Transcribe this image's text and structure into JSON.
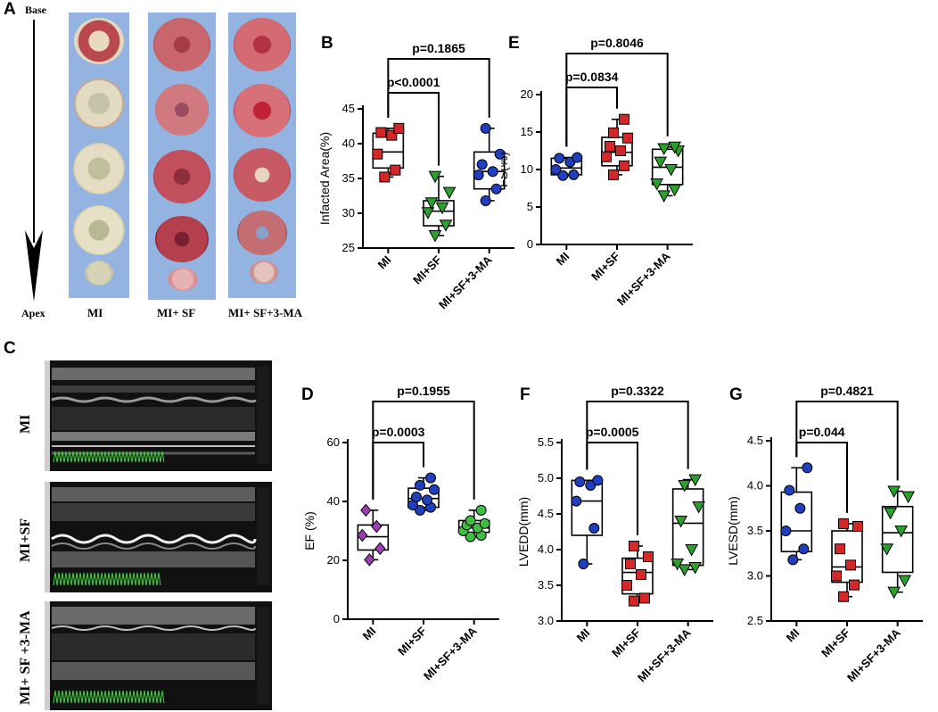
{
  "panel_a": {
    "letter": "A",
    "base_label": "Base",
    "apex_label": "Apex",
    "groups": [
      "MI",
      "MI+ SF",
      "MI+ SF+3-MA"
    ]
  },
  "panel_c": {
    "letter": "C",
    "rows": [
      "MI",
      "MI+SF",
      "MI+ SF +3-MA"
    ]
  },
  "chart_data": [
    {
      "id": "B",
      "type": "box",
      "ylabel": "Infacted Area(%)",
      "ylim": [
        25,
        45
      ],
      "yticks": [
        25,
        30,
        35,
        40,
        45
      ],
      "categories": [
        "MI",
        "MI+SF",
        "MI+SF+3-MA"
      ],
      "boxes": [
        {
          "min": 35.2,
          "q1": 36.5,
          "median": 38.8,
          "q3": 41.5,
          "max": 42.2,
          "points": [
            35.2,
            36.2,
            38.5,
            41.2,
            41.6,
            42.2
          ],
          "marker": "square",
          "color": "#d62728"
        },
        {
          "min": 26.8,
          "q1": 28.2,
          "median": 30.3,
          "q3": 31.8,
          "max": 35.3,
          "points": [
            26.8,
            28.3,
            30.1,
            30.8,
            31.5,
            33.0,
            35.3
          ],
          "marker": "triangle-down",
          "color": "#2ca02c"
        },
        {
          "min": 31.8,
          "q1": 33.5,
          "median": 36.0,
          "q3": 38.8,
          "max": 42.2,
          "points": [
            31.8,
            33.5,
            35.5,
            36.0,
            37.0,
            38.5,
            42.2
          ],
          "marker": "circle",
          "color": "#1f3fbf"
        }
      ],
      "brackets": [
        {
          "label": "p=0.1865",
          "from": 0,
          "to": 2,
          "level": 2
        },
        {
          "label": "p<0.0001",
          "from": 0,
          "to": 1,
          "level": 1
        }
      ]
    },
    {
      "id": "E",
      "type": "box",
      "ylabel": "FS(%)",
      "ylim": [
        0,
        20
      ],
      "yticks": [
        0,
        5,
        10,
        15,
        20
      ],
      "categories": [
        "MI",
        "MI+SF",
        "MI+SF+3-MA"
      ],
      "boxes": [
        {
          "min": 9.2,
          "q1": 9.3,
          "median": 10.2,
          "q3": 11.5,
          "max": 11.6,
          "points": [
            9.2,
            9.3,
            10.0,
            11.0,
            11.5,
            11.6
          ],
          "marker": "circle",
          "color": "#1f3fbf"
        },
        {
          "min": 9.3,
          "q1": 10.5,
          "median": 12.3,
          "q3": 14.3,
          "max": 16.7,
          "points": [
            9.3,
            10.5,
            11.7,
            12.5,
            13.1,
            14.2,
            14.9,
            16.7
          ],
          "marker": "square",
          "color": "#d62728"
        },
        {
          "min": 6.5,
          "q1": 8.0,
          "median": 10.3,
          "q3": 12.7,
          "max": 13.0,
          "points": [
            6.5,
            7.3,
            8.1,
            10.0,
            11.0,
            12.5,
            12.8,
            13.0
          ],
          "marker": "triangle-down",
          "color": "#2ca02c"
        }
      ],
      "brackets": [
        {
          "label": "p=0.8046",
          "from": 0,
          "to": 2,
          "level": 2
        },
        {
          "label": "p=0.0834",
          "from": 0,
          "to": 1,
          "level": 1
        }
      ]
    },
    {
      "id": "D",
      "type": "box",
      "ylabel": "EF (%)",
      "ylim": [
        0,
        60
      ],
      "yticks": [
        0,
        20,
        40,
        60
      ],
      "categories": [
        "MI",
        "MI+SF",
        "MI+SF+3-MA"
      ],
      "boxes": [
        {
          "min": 20.2,
          "q1": 23.5,
          "median": 28.0,
          "q3": 32.0,
          "max": 37.0,
          "points": [
            20.2,
            24.0,
            28.5,
            31.5,
            37.0
          ],
          "marker": "diamond",
          "color": "#9b3fb5"
        },
        {
          "min": 37.0,
          "q1": 38.0,
          "median": 41.0,
          "q3": 44.5,
          "max": 48.0,
          "points": [
            37.0,
            38.0,
            38.8,
            40.5,
            41.5,
            44.0,
            45.5,
            48.0
          ],
          "marker": "circle",
          "color": "#1f3fbf"
        },
        {
          "min": 28.0,
          "q1": 29.5,
          "median": 31.0,
          "q3": 33.5,
          "max": 37.0,
          "points": [
            28.0,
            28.5,
            30.0,
            31.0,
            32.0,
            32.5,
            33.5,
            37.0
          ],
          "marker": "circle",
          "color": "#3fbf3f"
        }
      ],
      "brackets": [
        {
          "label": "p=0.1955",
          "from": 0,
          "to": 2,
          "level": 2
        },
        {
          "label": "p=0.0003",
          "from": 0,
          "to": 1,
          "level": 1
        }
      ]
    },
    {
      "id": "F",
      "type": "box",
      "ylabel": "LVEDD(mm)",
      "ylim": [
        3.0,
        5.5
      ],
      "yticks": [
        3.0,
        3.5,
        4.0,
        4.5,
        5.0,
        5.5
      ],
      "tick_format": 1,
      "categories": [
        "MI",
        "MI+SF",
        "MI+SF+3-MA"
      ],
      "boxes": [
        {
          "min": 3.8,
          "q1": 4.2,
          "median": 4.68,
          "q3": 4.97,
          "max": 4.97,
          "points": [
            3.8,
            4.3,
            4.68,
            4.9,
            4.95,
            4.97
          ],
          "marker": "circle",
          "color": "#1f3fbf"
        },
        {
          "min": 3.28,
          "q1": 3.38,
          "median": 3.68,
          "q3": 3.88,
          "max": 4.05,
          "points": [
            3.28,
            3.32,
            3.5,
            3.65,
            3.8,
            3.9,
            4.05
          ],
          "marker": "square",
          "color": "#d62728"
        },
        {
          "min": 3.72,
          "q1": 3.78,
          "median": 4.37,
          "q3": 4.85,
          "max": 4.98,
          "points": [
            3.72,
            3.75,
            3.8,
            4.0,
            4.4,
            4.6,
            4.9,
            4.98
          ],
          "marker": "triangle-down",
          "color": "#2ca02c"
        }
      ],
      "brackets": [
        {
          "label": "p=0.3322",
          "from": 0,
          "to": 2,
          "level": 2
        },
        {
          "label": "p=0.0005",
          "from": 0,
          "to": 1,
          "level": 1
        }
      ]
    },
    {
      "id": "G",
      "type": "box",
      "ylabel": "LVESD(mm)",
      "ylim": [
        2.5,
        4.5
      ],
      "yticks": [
        2.5,
        3.0,
        3.5,
        4.0,
        4.5
      ],
      "tick_format": 1,
      "categories": [
        "MI",
        "MI+SF",
        "MI+SF+3-MA"
      ],
      "boxes": [
        {
          "min": 3.18,
          "q1": 3.27,
          "median": 3.5,
          "q3": 3.93,
          "max": 4.2,
          "points": [
            3.18,
            3.3,
            3.5,
            3.75,
            3.95,
            4.2
          ],
          "marker": "circle",
          "color": "#1f3fbf"
        },
        {
          "min": 2.77,
          "q1": 2.93,
          "median": 3.1,
          "q3": 3.5,
          "max": 3.58,
          "points": [
            2.77,
            2.9,
            3.0,
            3.12,
            3.3,
            3.55,
            3.58
          ],
          "marker": "square",
          "color": "#d62728"
        },
        {
          "min": 2.82,
          "q1": 3.04,
          "median": 3.48,
          "q3": 3.77,
          "max": 3.94,
          "points": [
            2.82,
            2.95,
            3.3,
            3.5,
            3.7,
            3.88,
            3.94
          ],
          "marker": "triangle-down",
          "color": "#2ca02c"
        }
      ],
      "brackets": [
        {
          "label": "p=0.4821",
          "from": 0,
          "to": 2,
          "level": 2
        },
        {
          "label": "p=0.044",
          "from": 0,
          "to": 1,
          "level": 1
        }
      ]
    }
  ]
}
